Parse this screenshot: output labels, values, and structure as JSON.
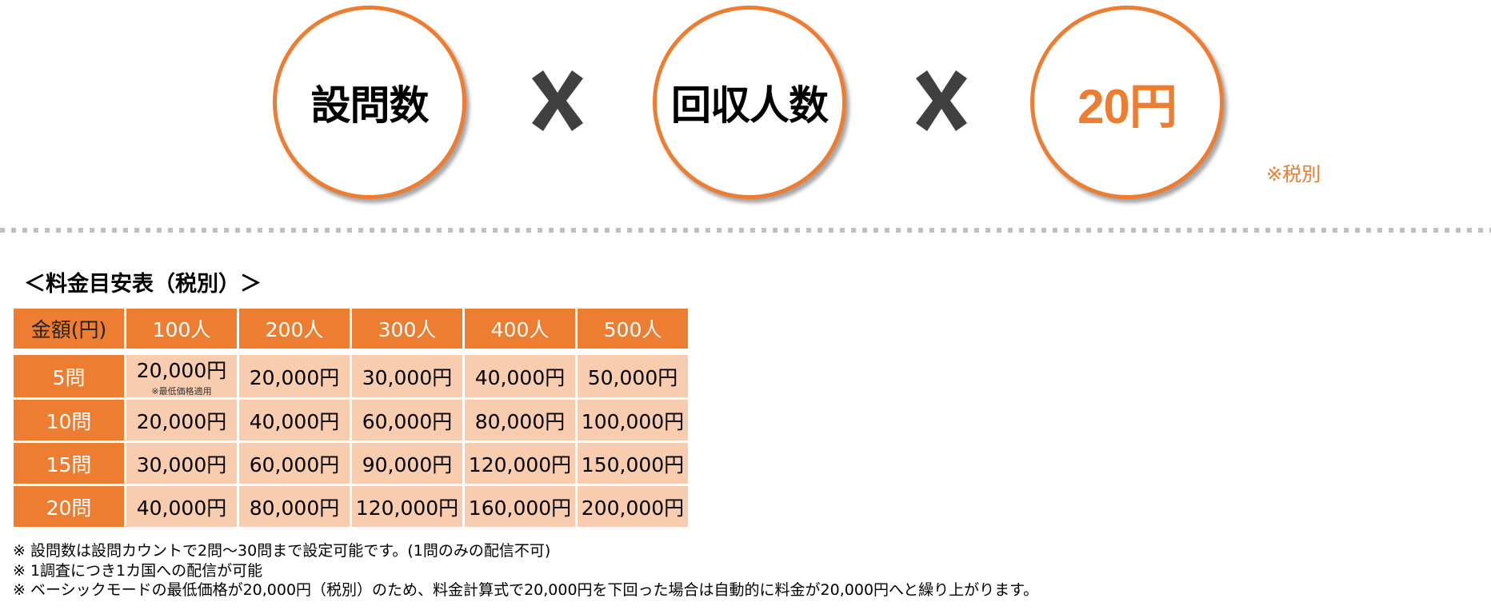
{
  "formula": {
    "term1": "設問数",
    "term2": "回収人数",
    "term3": "20円",
    "operator_icon": "multiply-icon",
    "tax_note": "※税別"
  },
  "table": {
    "title": "＜料金目安表（税別）＞",
    "corner": "金額(円)",
    "columns": [
      "100人",
      "200人",
      "300人",
      "400人",
      "500人"
    ],
    "rows": [
      {
        "label": "5問",
        "values": [
          "20,000円",
          "20,000円",
          "30,000円",
          "40,000円",
          "50,000円"
        ],
        "sub": "※最低価格適用"
      },
      {
        "label": "10問",
        "values": [
          "20,000円",
          "40,000円",
          "60,000円",
          "80,000円",
          "100,000円"
        ]
      },
      {
        "label": "15問",
        "values": [
          "30,000円",
          "60,000円",
          "90,000円",
          "120,000円",
          "150,000円"
        ]
      },
      {
        "label": "20問",
        "values": [
          "40,000円",
          "80,000円",
          "120,000円",
          "160,000円",
          "200,000円"
        ]
      }
    ]
  },
  "notes": [
    "※ 設問数は設問カウントで2問〜30問まで設定可能です。(1問のみの配信不可)",
    "※ 1調査につき1カ国への配信が可能",
    "※ ベーシックモードの最低価格が20,000円（税別）のため、料金計算式で20,000円を下回った場合は自動的に料金が20,000円へと繰り上がります。"
  ],
  "colors": {
    "accent": "#ED7D31",
    "cell": "#F8CDAF",
    "operator": "#404040"
  }
}
